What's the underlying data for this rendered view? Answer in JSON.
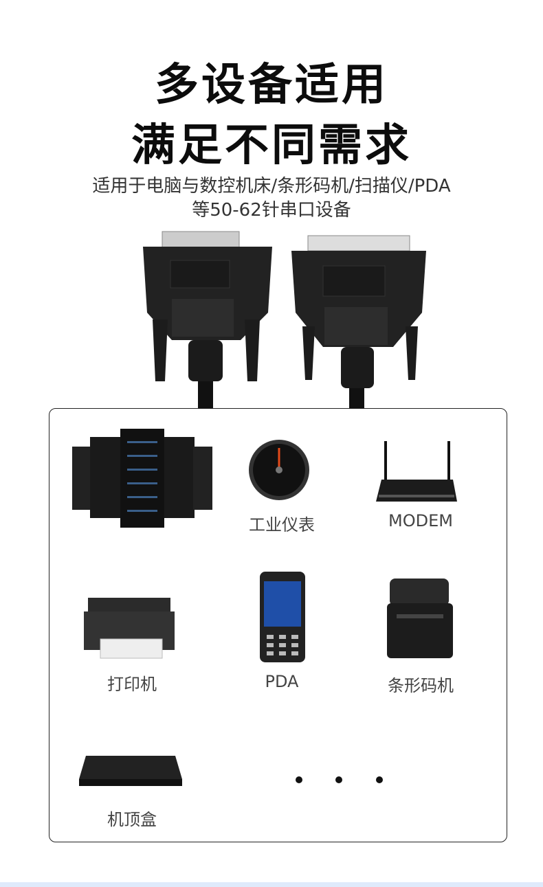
{
  "headline": {
    "line1": "多设备适用",
    "line2": "满足不同需求"
  },
  "subtitle": {
    "line1": "适用于电脑与数控机床/条形码机/扫描仪/PDA",
    "line2": "等50-62针串口设备"
  },
  "devices": [
    {
      "label": ""
    },
    {
      "label": "工业仪表"
    },
    {
      "label": "MODEM"
    },
    {
      "label": "打印机"
    },
    {
      "label": "PDA"
    },
    {
      "label": "条形码机"
    },
    {
      "label": "机顶盒"
    }
  ],
  "colors": {
    "accent_strip": "#dfeafb",
    "connector": "#1e1e1e"
  }
}
